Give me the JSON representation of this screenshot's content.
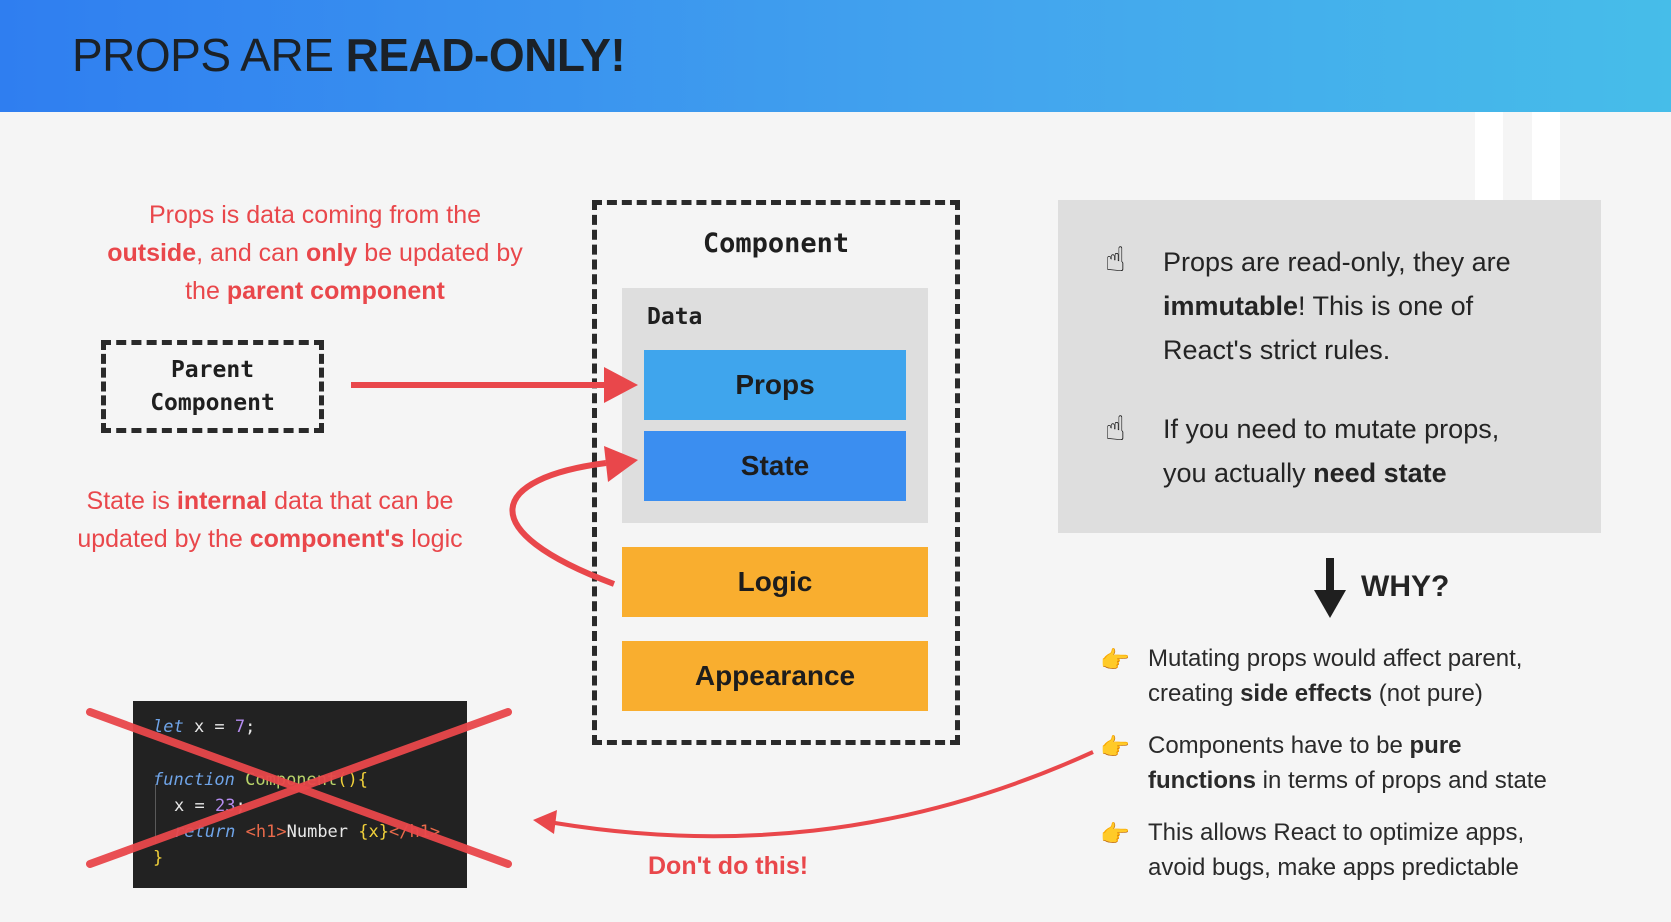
{
  "header": {
    "title_regular": "PROPS ARE ",
    "title_bold": "READ-ONLY!"
  },
  "props_note": {
    "l1": "Props is data coming from the",
    "l2_b1": "outside",
    "l2_t1": ", and can ",
    "l2_b2": "only",
    "l2_t2": " be updated by",
    "l3_t1": "the ",
    "l3_b1": "parent component"
  },
  "state_note": {
    "l1_t1": "State is ",
    "l1_b1": "internal",
    "l1_t2": " data that can be",
    "l2_t1": "updated by the ",
    "l2_b1": "component's",
    "l2_t2": " logic"
  },
  "parent_component": {
    "line1": "Parent",
    "line2": "Component"
  },
  "component": {
    "title": "Component",
    "data_label": "Data",
    "props": "Props",
    "state": "State",
    "logic": "Logic",
    "appearance": "Appearance"
  },
  "rules": {
    "r1_l1": "Props are read-only, they are",
    "r1_l2_b": "immutable",
    "r1_l2_t": "! This is one of",
    "r1_l3": "React's strict rules.",
    "r2_l1": "If you need to mutate props,",
    "r2_l2_t": "you actually ",
    "r2_l2_b": "need state"
  },
  "why": {
    "label": "WHY?"
  },
  "reasons": {
    "b1_l1": "Mutating props would affect parent,",
    "b1_l2_t1": "creating ",
    "b1_l2_b": "side effects",
    "b1_l2_t2": " (not pure)",
    "b2_l1_t": "Components have to be ",
    "b2_l1_b": "pure",
    "b2_l2_b": "functions",
    "b2_l2_t": " in terms of props and state",
    "b3_l1": "This allows React to optimize apps,",
    "b3_l2": "avoid bugs, make apps predictable"
  },
  "code": {
    "kw_let": "let",
    "l1_rest": " x = ",
    "l1_num": "7",
    "l1_end": ";",
    "kw_function": "function",
    "fn_name": " Component",
    "fn_paren": "()",
    "brace_open": "{",
    "l3_text": "x = ",
    "l3_num": "23",
    "l3_end": ";",
    "kw_return": "return",
    "tag_open": " <h1>",
    "l4_text": "Number ",
    "l4_expr": "{x}",
    "tag_close": "</h1>",
    "brace_close": "}"
  },
  "dont": {
    "label": "Don't do this!"
  },
  "icons": {
    "hand": "☝",
    "pointer": "👉"
  },
  "colors": {
    "red": "#e9474b",
    "props_blue": "#3fa5ed",
    "state_blue": "#3b8ef0",
    "orange": "#f9ae2f",
    "data_gray": "#dedede"
  }
}
